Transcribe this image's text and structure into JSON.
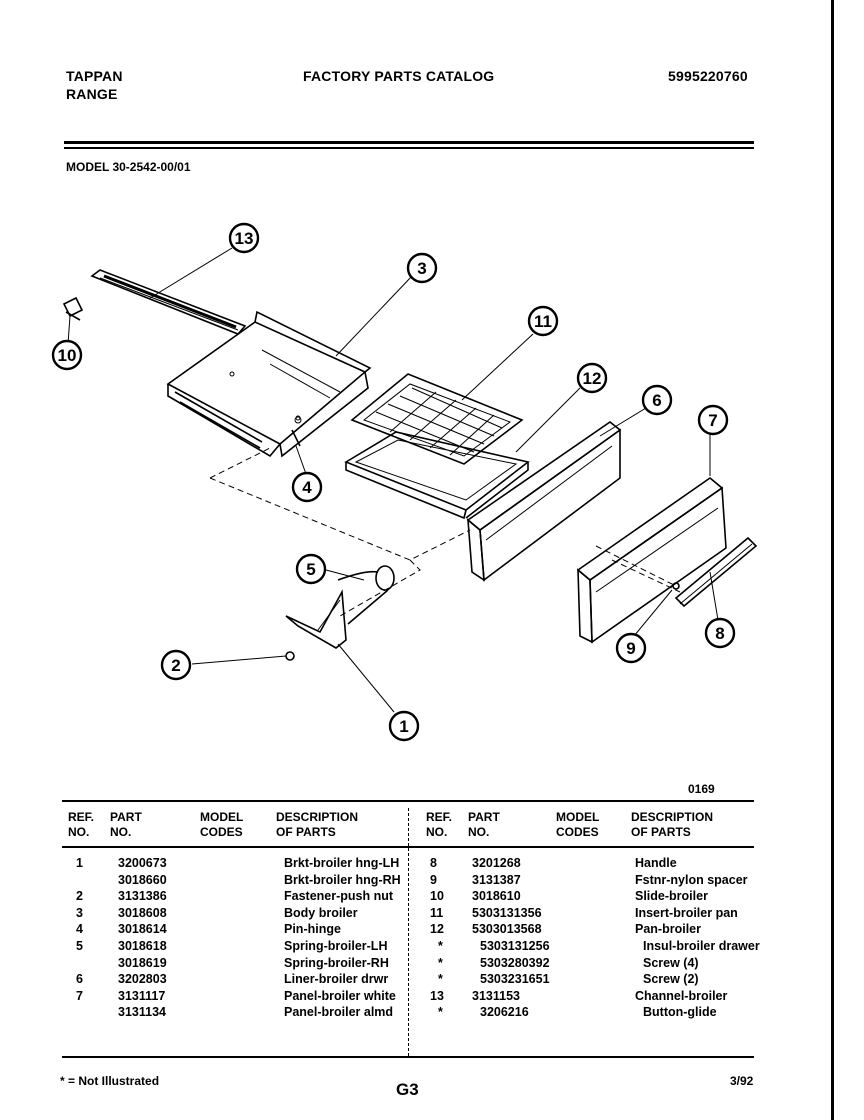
{
  "header": {
    "brand": "TAPPAN",
    "product": "RANGE",
    "catalog_title": "FACTORY PARTS CATALOG",
    "catalog_number": "5995220760",
    "model": "MODEL 30-2542-00/01"
  },
  "diagram": {
    "code": "0169",
    "callouts": [
      "1",
      "2",
      "3",
      "4",
      "5",
      "6",
      "7",
      "8",
      "9",
      "10",
      "11",
      "12",
      "13"
    ]
  },
  "table": {
    "headers": {
      "ref_no": "REF.\nNO.",
      "part_no": "PART\nNO.",
      "model_codes": "MODEL\nCODES",
      "description": "DESCRIPTION\nOF PARTS"
    },
    "left_rows": [
      {
        "ref": "1",
        "part": "3200673",
        "desc": "Brkt-broiler hng-LH"
      },
      {
        "ref": "",
        "part": "3018660",
        "desc": "Brkt-broiler hng-RH"
      },
      {
        "ref": "2",
        "part": "3131386",
        "desc": "Fastener-push nut"
      },
      {
        "ref": "3",
        "part": "3018608",
        "desc": "Body broiler"
      },
      {
        "ref": "4",
        "part": "3018614",
        "desc": "Pin-hinge"
      },
      {
        "ref": "5",
        "part": "3018618",
        "desc": "Spring-broiler-LH"
      },
      {
        "ref": "",
        "part": "3018619",
        "desc": "Spring-broiler-RH"
      },
      {
        "ref": "6",
        "part": "3202803",
        "desc": "Liner-broiler drwr"
      },
      {
        "ref": "7",
        "part": "3131117",
        "desc": "Panel-broiler white"
      },
      {
        "ref": "",
        "part": "3131134",
        "desc": "Panel-broiler almd"
      }
    ],
    "right_rows": [
      {
        "ref": "8",
        "part": "3201268",
        "desc": "Handle"
      },
      {
        "ref": "9",
        "part": "3131387",
        "desc": "Fstnr-nylon spacer"
      },
      {
        "ref": "10",
        "part": "3018610",
        "desc": "Slide-broiler"
      },
      {
        "ref": "11",
        "part": "5303131356",
        "desc": "Insert-broiler pan"
      },
      {
        "ref": "12",
        "part": "5303013568",
        "desc": "Pan-broiler"
      },
      {
        "ref": "*",
        "part": "5303131256",
        "desc": "Insul-broiler drawer"
      },
      {
        "ref": "*",
        "part": "5303280392",
        "desc": "Screw (4)"
      },
      {
        "ref": "*",
        "part": "5303231651",
        "desc": "Screw (2)"
      },
      {
        "ref": "13",
        "part": "3131153",
        "desc": "Channel-broiler"
      },
      {
        "ref": "*",
        "part": "3206216",
        "desc": "Button-glide"
      }
    ]
  },
  "footer": {
    "note": "* = Not Illustrated",
    "page": "G3",
    "date": "3/92"
  }
}
